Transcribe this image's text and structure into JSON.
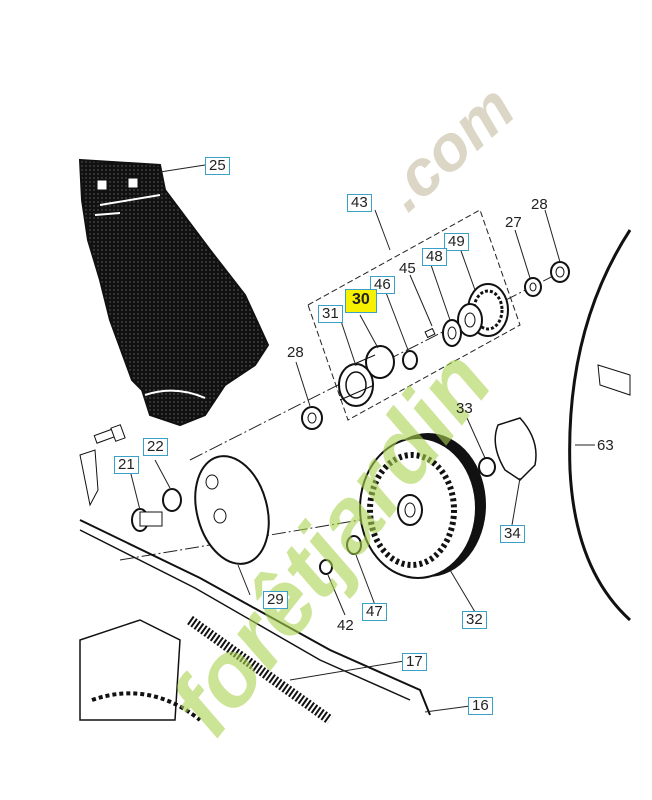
{
  "diagram": {
    "part_labels": {
      "p25": "25",
      "p43": "43",
      "p27": "27",
      "p28a": "28",
      "p49": "49",
      "p48": "48",
      "p45": "45",
      "p46": "46",
      "p30": "30",
      "p31": "31",
      "p28b": "28",
      "p33": "33",
      "p22": "22",
      "p21": "21",
      "p63": "63",
      "p34": "34",
      "p29": "29",
      "p42": "42",
      "p47": "47",
      "p32": "32",
      "p17": "17",
      "p16": "16"
    },
    "highlighted_part": "30"
  },
  "watermark": {
    "site_text": ".com",
    "brand_text": "forêtjardin"
  },
  "colors": {
    "line": "#1a1a1a",
    "label_border": "#3aa0c8",
    "highlight": "#f7f000",
    "watermark_green": "#a6d14a",
    "watermark_beige": "#beb496"
  }
}
